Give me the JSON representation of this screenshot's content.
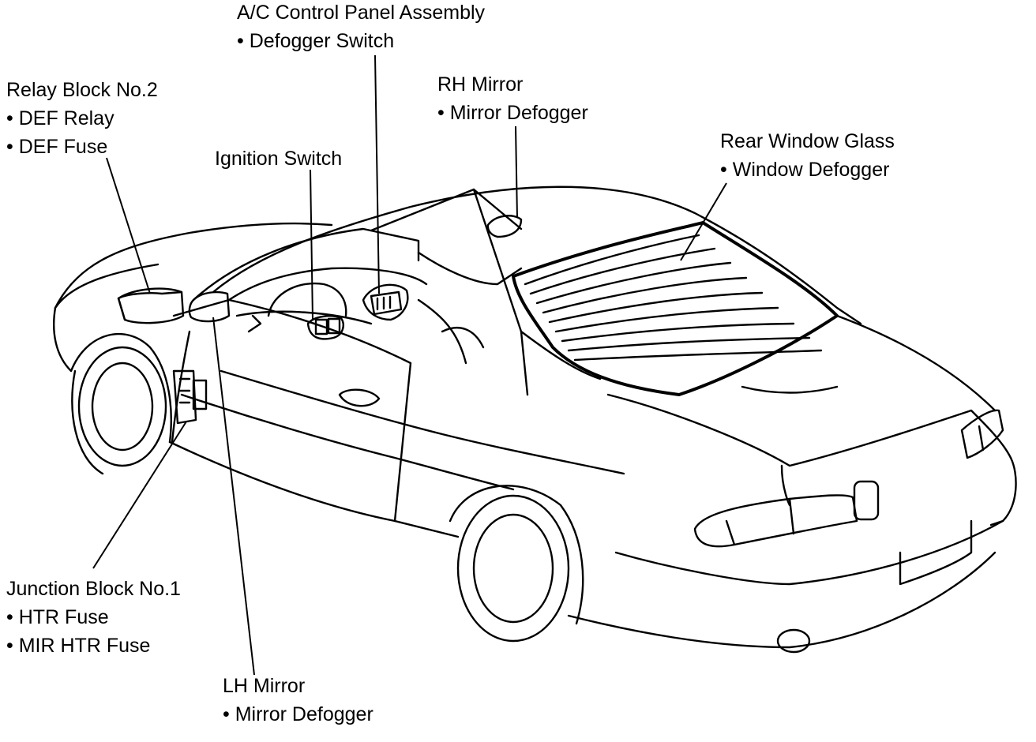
{
  "callouts": {
    "ac_panel": {
      "title": "A/C Control Panel Assembly",
      "items": [
        "Defogger Switch"
      ]
    },
    "relay_block": {
      "title": "Relay Block No.2",
      "items": [
        "DEF Relay",
        "DEF Fuse"
      ]
    },
    "ignition": {
      "title": "Ignition Switch",
      "items": []
    },
    "rh_mirror": {
      "title": "RH Mirror",
      "items": [
        "Mirror Defogger"
      ]
    },
    "rear_window": {
      "title": "Rear Window Glass",
      "items": [
        "Window Defogger"
      ]
    },
    "junction_block": {
      "title": "Junction Block No.1",
      "items": [
        "HTR Fuse",
        "MIR HTR Fuse"
      ]
    },
    "lh_mirror": {
      "title": "LH Mirror",
      "items": [
        "Mirror Defogger"
      ]
    }
  },
  "bullet": "•"
}
